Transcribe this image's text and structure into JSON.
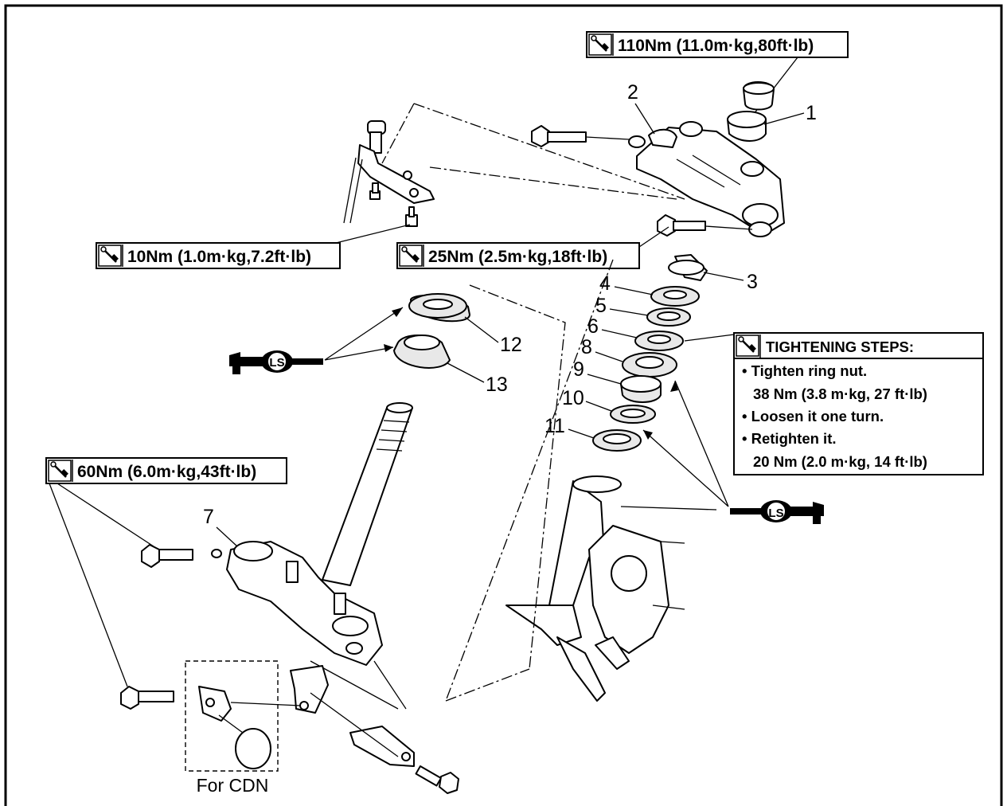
{
  "torque_labels": {
    "t1": "110Nm (11.0m·kg,80ft·lb)",
    "t2": "10Nm (1.0m·kg,7.2ft·lb)",
    "t3": "25Nm (2.5m·kg,18ft·lb)",
    "t4": "60Nm (6.0m·kg,43ft·lb)"
  },
  "tightening_steps": {
    "title": "TIGHTENING STEPS:",
    "lines": [
      "• Tighten ring nut.",
      "38 Nm (3.8 m·kg, 27 ft·lb)",
      "• Loosen it one turn.",
      "• Retighten it.",
      "20 Nm (2.0 m·kg, 14 ft·lb)"
    ]
  },
  "part_numbers": [
    "1",
    "2",
    "3",
    "4",
    "5",
    "6",
    "7",
    "8",
    "9",
    "10",
    "11",
    "12",
    "13"
  ],
  "lubricant_symbol": "LS",
  "variant_label": "For CDN",
  "icons": [
    "torque-wrench-icon",
    "grease-gun-icon"
  ]
}
